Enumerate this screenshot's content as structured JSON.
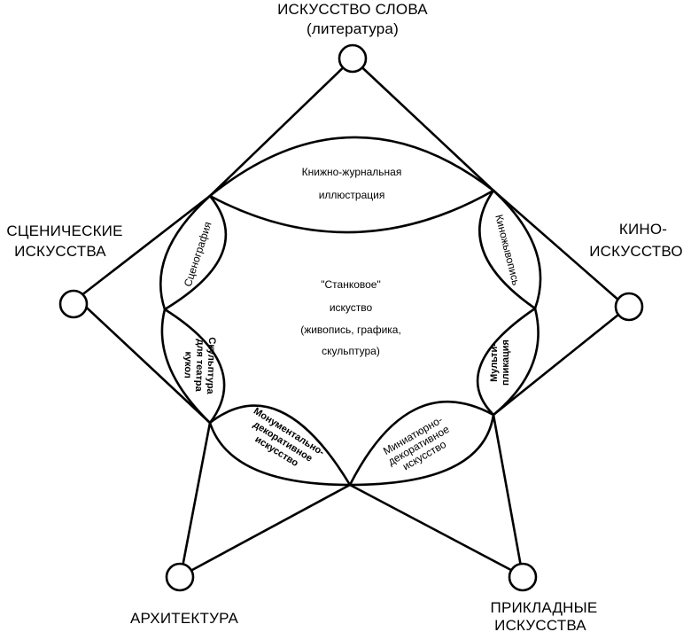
{
  "outer_nodes": {
    "literature": {
      "line1": "ИСКУССТВО СЛОВА",
      "line2": "(литература)"
    },
    "stage": {
      "line1": "СЦЕНИЧЕСКИЕ",
      "line2": "ИСКУССТВА"
    },
    "cinema": {
      "line1": "КИНО-",
      "line2": "ИСКУССТВО"
    },
    "architecture": {
      "line1": "АРХИТЕКТУРА"
    },
    "applied": {
      "line1": "ПРИКЛАДНЫЕ",
      "line2": "ИСКУССТВА"
    }
  },
  "center": {
    "line1": "\"Станковое\"",
    "line2": "искуство",
    "line3": "(живопись, графика,",
    "line4": "скульптура)"
  },
  "petals": {
    "book_illustration": {
      "line1": "Книжно-журнальная",
      "line2": "иллюстрация"
    },
    "scenography": {
      "line1": "Сценография"
    },
    "puppets": {
      "line1": "Скульптура",
      "line2": "для театра",
      "line3": "кукол"
    },
    "monumental": {
      "line1": "Монументально-",
      "line2": "декоративное",
      "line3": "искусство"
    },
    "miniature": {
      "line1": "Миниатюрно-",
      "line2": "декоративное",
      "line3": "искусство"
    },
    "film_painting": {
      "line1": "Киножывопись"
    },
    "animation": {
      "line1": "Мульти-",
      "line2": "пликация"
    }
  }
}
